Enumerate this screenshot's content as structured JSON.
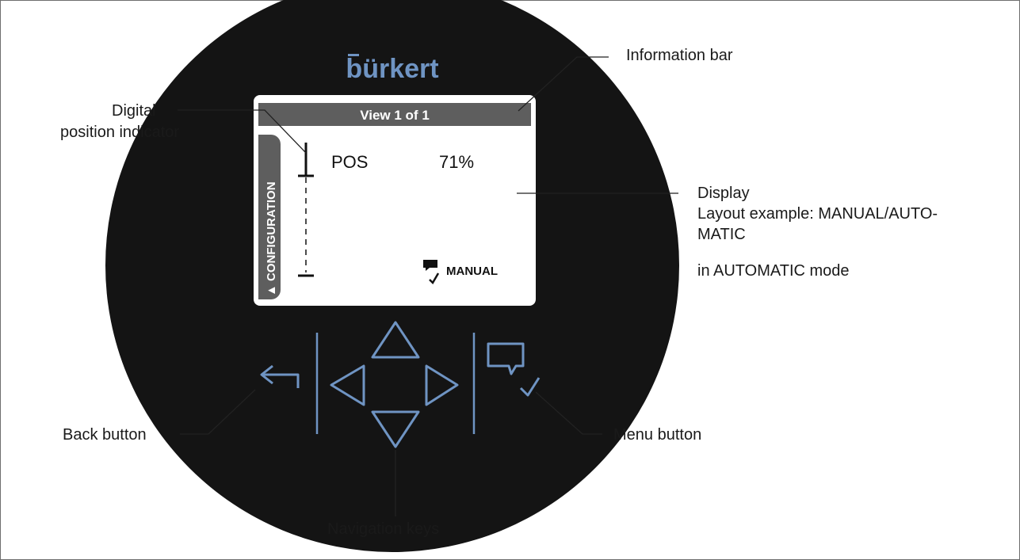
{
  "brand": "bürkert",
  "screen": {
    "info_bar_text": "View 1 of 1",
    "side_tab_label": "▲ CONFIGURATION",
    "pos_label": "POS",
    "pos_value": "71%",
    "mode_label": "MANUAL"
  },
  "callouts": {
    "information_bar": "Information bar",
    "digital_position_indicator_line1": "Digital",
    "digital_position_indicator_line2": "position indicator",
    "display_line1": "Display",
    "display_line2": "Layout example: MANUAL/AUTO-",
    "display_line3": "MATIC",
    "display_line4": "in AUTOMATIC mode",
    "back_button": "Back button",
    "menu_button": "Menu button",
    "navigation_keys": "Navigation keys"
  },
  "colors": {
    "body_black": "#141414",
    "key_blue": "#6f94c3",
    "logo_blue": "#6f94c3",
    "info_bar_gray": "#5e5e5e",
    "screen_white": "#ffffff"
  },
  "icons": [
    "back-arrow-icon",
    "up-triangle-icon",
    "left-triangle-icon",
    "right-triangle-icon",
    "down-triangle-icon",
    "menu-speech-check-icon"
  ]
}
